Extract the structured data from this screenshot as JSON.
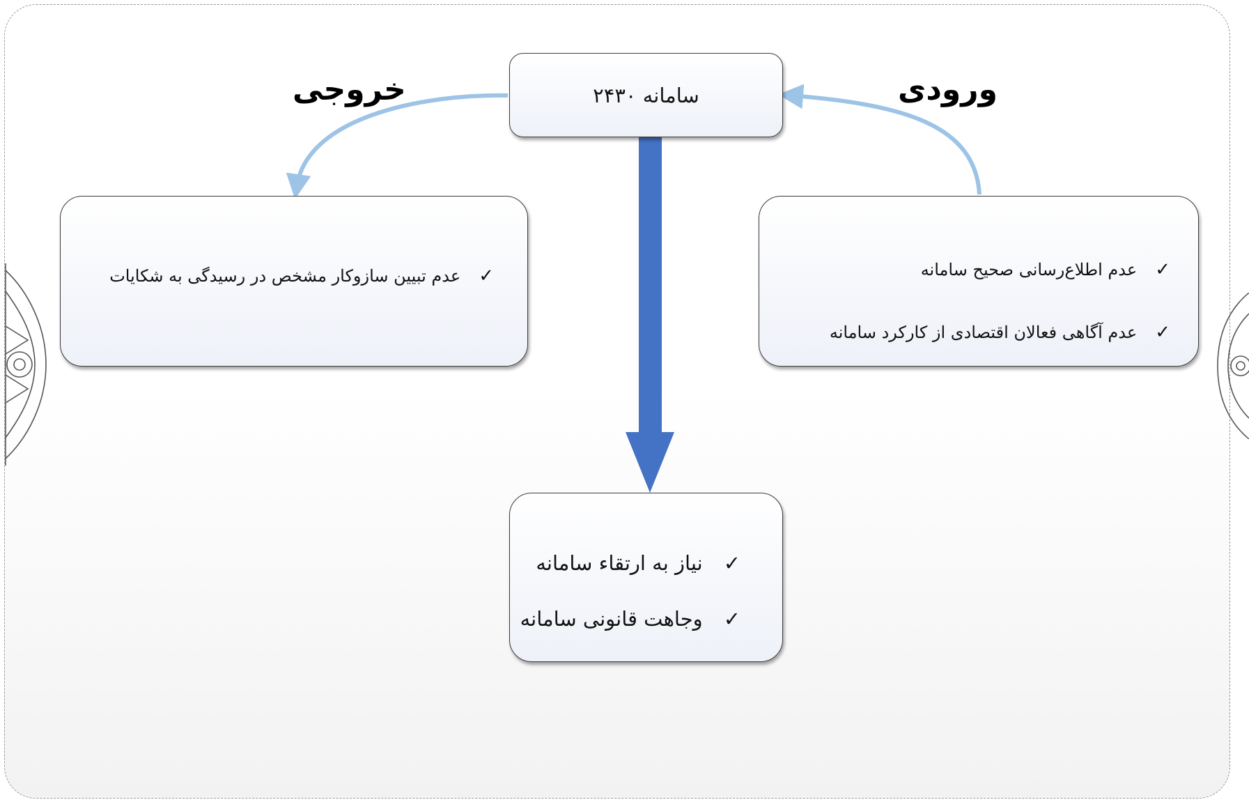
{
  "center": {
    "title": "سامانه ۲۴۳۰"
  },
  "labels": {
    "input": "ورودی",
    "output": "خروجی"
  },
  "input_box": {
    "items": [
      "عدم اطلاع‌رسانی صحیح سامانه",
      "عدم آگاهی فعالان اقتصادی از کارکرد سامانه"
    ]
  },
  "output_box": {
    "items": [
      "عدم تبیین سازوکار مشخص در رسیدگی به شکایات"
    ]
  },
  "result_box": {
    "items": [
      "نیاز به ارتقاء سامانه",
      "وجاهت قانونی سامانه"
    ]
  },
  "check_glyph": "✓",
  "colors": {
    "main_arrow": "#4472c4",
    "curve_arrow": "#9dc3e6",
    "box_border": "#3b3b3b",
    "frame_border": "#9a9a9a"
  },
  "icons": [
    "ornament-left-icon",
    "ornament-right-icon"
  ]
}
